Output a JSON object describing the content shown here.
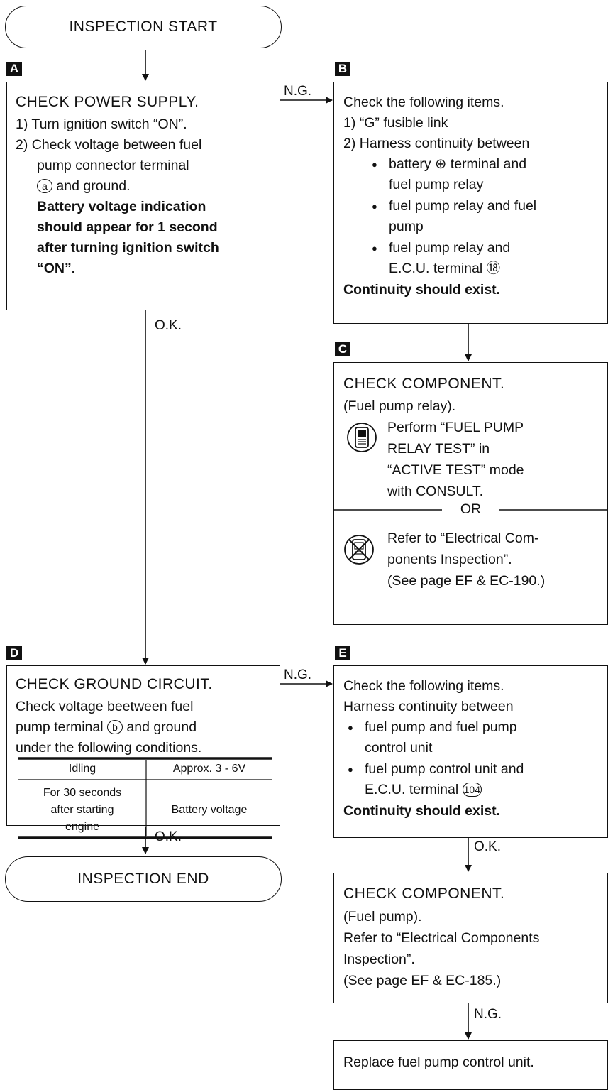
{
  "start": "INSPECTION START",
  "end": "INSPECTION END",
  "labels": {
    "a": "A",
    "b": "B",
    "c": "C",
    "d": "D",
    "e": "E"
  },
  "flow": {
    "ng1": "N.G.",
    "ok1": "O.K.",
    "ng2": "N.G.",
    "ok2": "O.K.",
    "ok3": "O.K.",
    "ng3": "N.G."
  },
  "box_a": {
    "title": "CHECK POWER SUPPLY.",
    "l1": "1) Turn ignition switch “ON”.",
    "l2": "2) Check voltage between fuel",
    "l3": "pump connector terminal",
    "term": "a",
    "l4": " and ground.",
    "b1": "Battery voltage indication",
    "b2": "should appear for 1 second",
    "b3": "after turning ignition switch",
    "b4": "“ON”."
  },
  "box_b": {
    "l1": "Check the following items.",
    "l2": "1) “G” fusible link",
    "l3": "2) Harness continuity between",
    "i1a": "battery ⊕ terminal and",
    "i1b": "fuel pump relay",
    "i2a": "fuel pump relay and fuel",
    "i2b": "pump",
    "i3a": "fuel pump relay and",
    "i3b": "E.C.U. terminal ⑱",
    "b1": "Continuity should exist."
  },
  "box_c": {
    "title": "CHECK COMPONENT.",
    "l1": "(Fuel pump relay).",
    "p1": "Perform “FUEL PUMP",
    "p2": "RELAY TEST” in",
    "p3": "“ACTIVE TEST” mode",
    "p4": "with CONSULT.",
    "or": "OR",
    "r1": "Refer to “Electrical Com-",
    "r2": "ponents Inspection”.",
    "r3": "(See page EF & EC-190.)"
  },
  "box_d": {
    "title": "CHECK GROUND CIRCUIT.",
    "l1": "Check voltage beetween fuel",
    "l2a": "pump terminal ",
    "term": "b",
    "l2b": " and ground",
    "l3": "under the following conditions.",
    "table": {
      "r1c1": "Idling",
      "r1c2": "Approx. 3 - 6V",
      "r2c1a": "For 30 seconds",
      "r2c1b": "after starting",
      "r2c1c": "engine",
      "r2c2": "Battery voltage"
    }
  },
  "box_e": {
    "l1": "Check the following items.",
    "l2": "Harness continuity between",
    "i1a": "fuel pump and fuel pump",
    "i1b": "control unit",
    "i2a": "fuel pump control unit and",
    "i2b": "E.C.U. terminal ",
    "term": "104",
    "b1": "Continuity should exist."
  },
  "box_f": {
    "title": "CHECK COMPONENT.",
    "l1": "(Fuel pump).",
    "l2": "Refer to “Electrical Components",
    "l3": "Inspection”.",
    "l4": "(See page EF & EC-185.)"
  },
  "box_g": {
    "l1": "Replace fuel pump control unit."
  },
  "icons": {
    "consult": "consult-device-icon",
    "no_consult": "no-consult-device-icon"
  }
}
